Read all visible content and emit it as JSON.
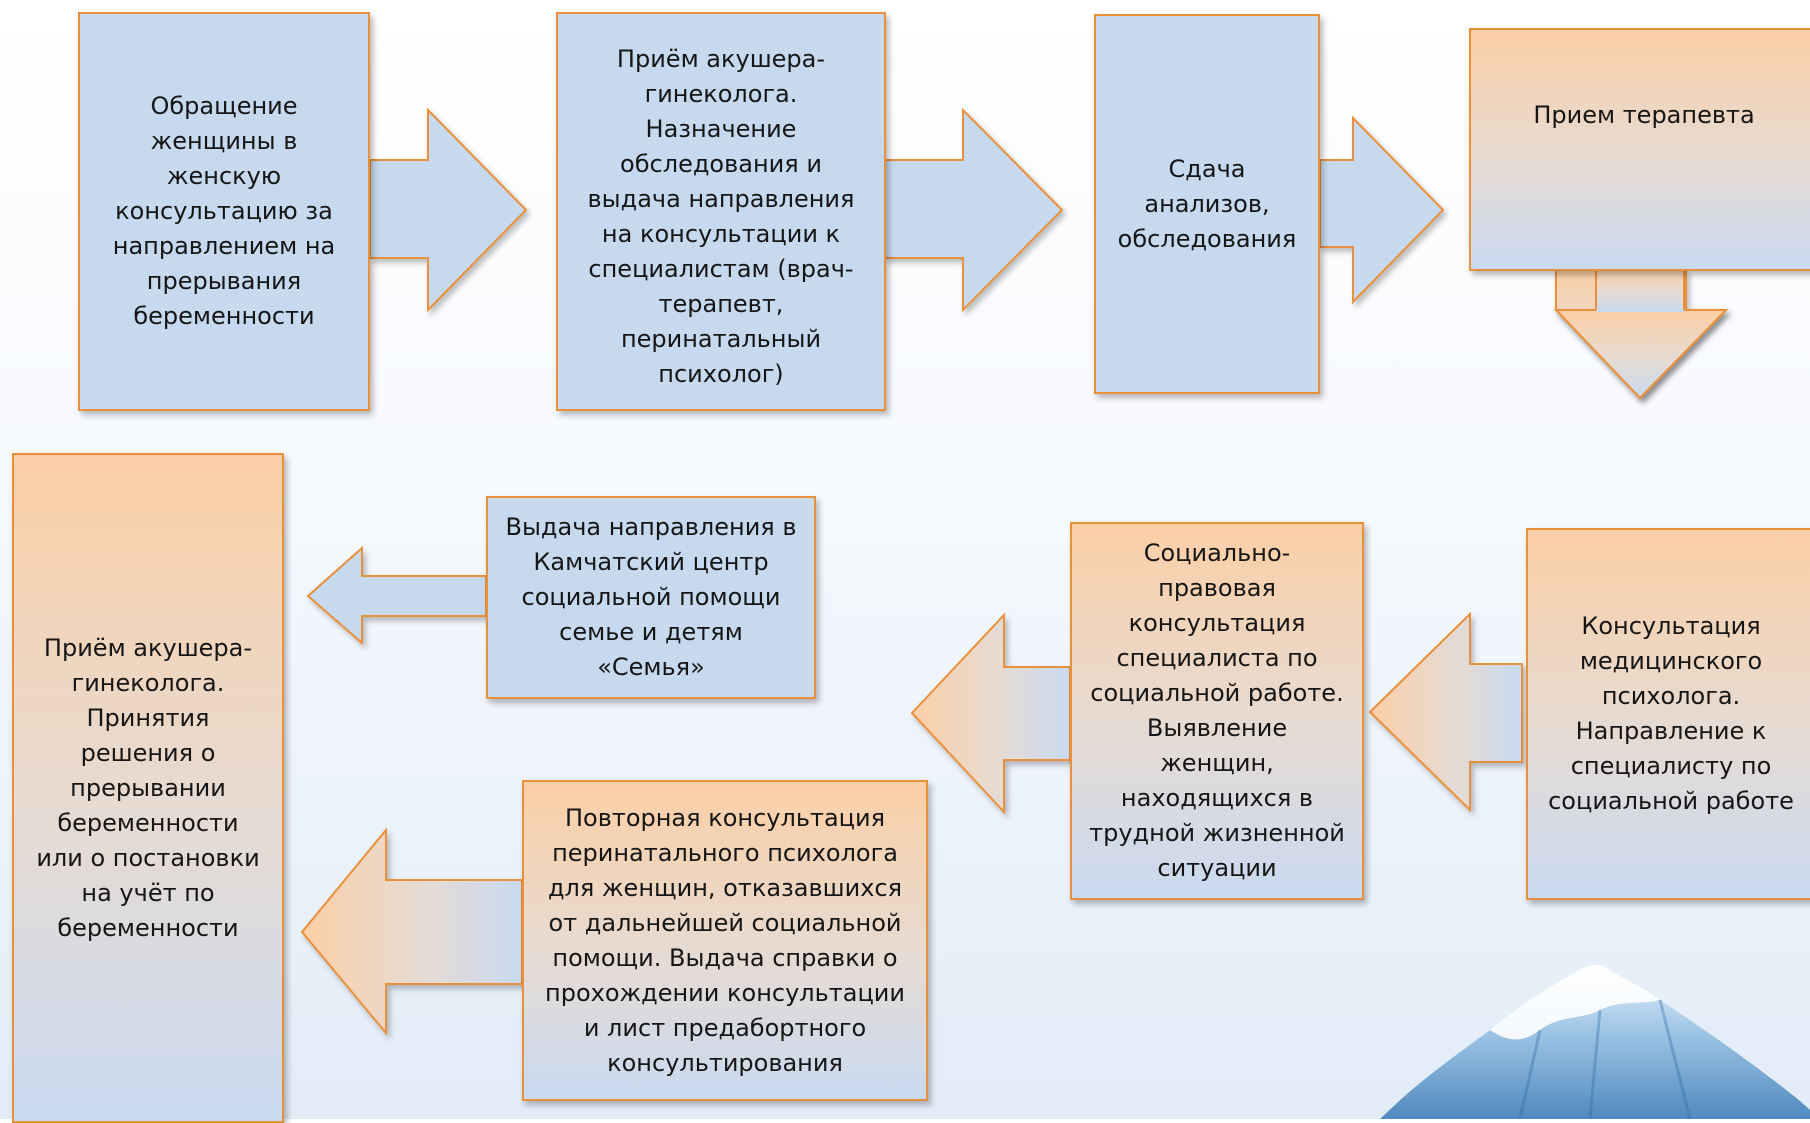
{
  "diagram": {
    "colors": {
      "box_blue": "#c7d9ef",
      "box_orange_top": "#fbcfa6",
      "box_blue_bottom": "#c9daf0",
      "border": "#e8903a"
    },
    "steps": {
      "step1": "Обращение\nженщины в\nженскую\nконсультацию за\nнаправлением на\nпрерывания\nбеременности",
      "step2": "Приём акушера-\nгинеколога.\nНазначение\nобследования и\nвыдача направления\nна консультации к\nспециалистам (врач-\nтерапевт,\nперинатальный\nпсихолог)",
      "step3": "Сдача\nанализов,\nобследования",
      "step4": "Прием терапевта",
      "step5": "Консультация\nмедицинского\nпсихолога.\nНаправление к\nспециалисту по\nсоциальной работе",
      "step6": "Социально-\nправовая\nконсультация\nспециалиста по\nсоциальной работе.\nВыявление\nженщин,\nнаходящихся в\nтрудной жизненной\nситуации",
      "step7": "Выдача направления в\nКамчатский центр\nсоциальной помощи\nсемье и детям\n«Семья»",
      "step8": "Повторная консультация\nперинатального психолога\nдля женщин, отказавшихся\nот дальнейшей социальной\nпомощи. Выдача справки о\nпрохождении консультации\nи лист предабортного\nконсультирования",
      "step9": "Приём акушера-\nгинеколога.\nПринятия\nрешения о\nпрерывании\nбеременности\nили о постановки\nна учёт по\nбеременности"
    }
  }
}
